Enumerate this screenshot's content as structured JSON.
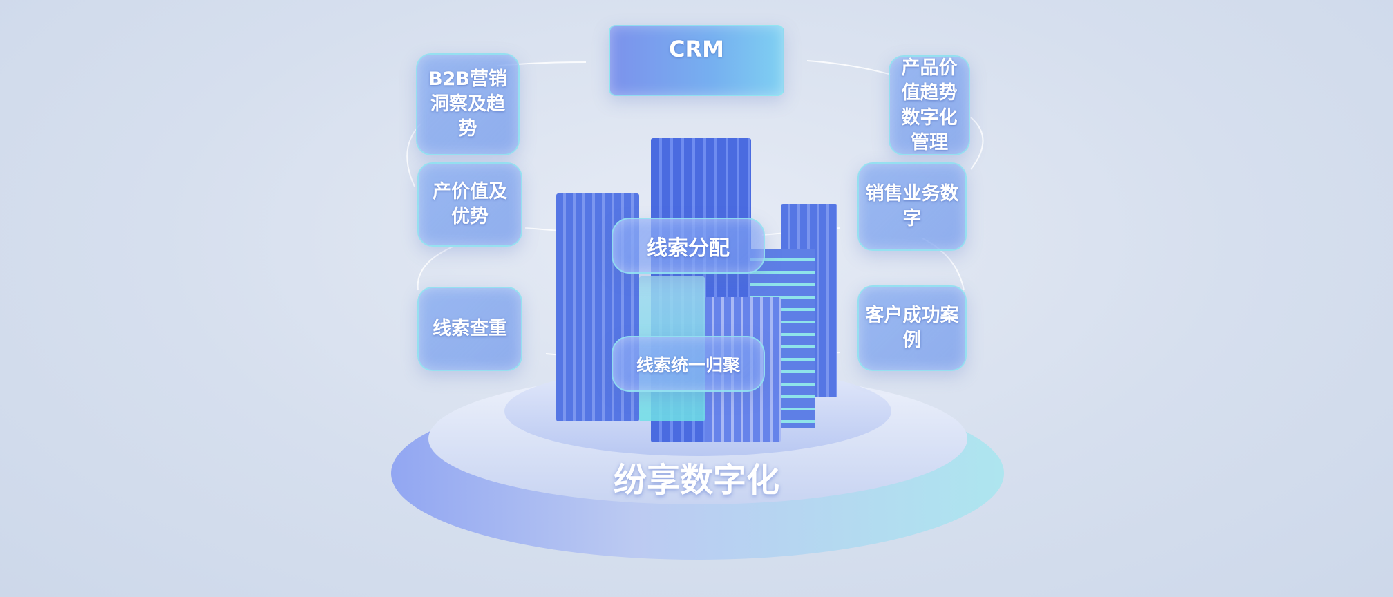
{
  "diagram": {
    "top": {
      "label": "CRM"
    },
    "left": [
      {
        "label": "B2B营销洞察及趋势"
      },
      {
        "label": "产价值及优势"
      },
      {
        "label": "线索查重"
      }
    ],
    "right": [
      {
        "label": "产品价值趋势数字化管理"
      },
      {
        "label": "销售业务数字"
      },
      {
        "label": "客户成功案例"
      }
    ],
    "center": [
      {
        "label": "线索分配"
      },
      {
        "label": "线索统一归聚"
      }
    ],
    "platform": {
      "title": "纷享数字化"
    },
    "colors": {
      "accent": "#6f8ff0",
      "cyan": "#8fe6ee",
      "background": "#d6dfee"
    }
  }
}
